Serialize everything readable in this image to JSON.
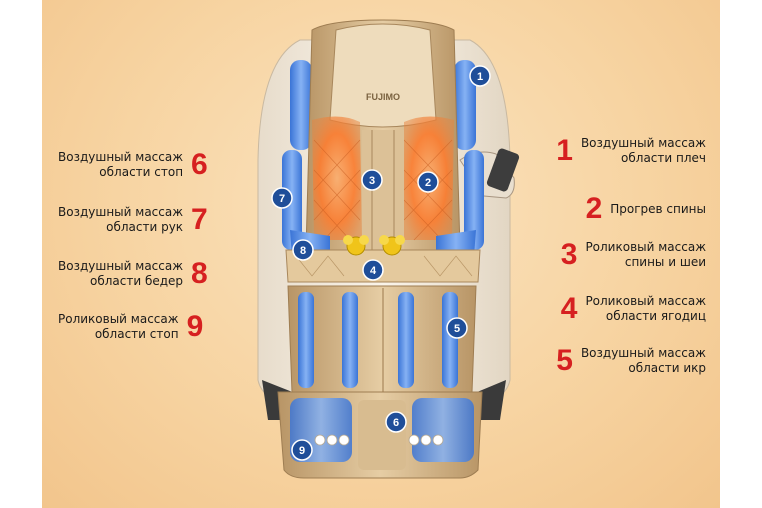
{
  "colors": {
    "number": "#d62020",
    "badge": "#1f4e99",
    "airbag": "#5b93e8",
    "heat": "#ff8a3d",
    "leather": "#d9b98a",
    "shell": "#f0e8dc"
  },
  "chair": {
    "brand": "FUJIMO",
    "badges": [
      "1",
      "2",
      "3",
      "4",
      "5",
      "6",
      "7",
      "8",
      "9"
    ]
  },
  "labels_left": [
    {
      "num": "6",
      "line1": "Воздушный массаж",
      "line2": "области стоп"
    },
    {
      "num": "7",
      "line1": "Воздушный массаж",
      "line2": "области рук"
    },
    {
      "num": "8",
      "line1": "Воздушный массаж",
      "line2": "области бедер"
    },
    {
      "num": "9",
      "line1": "Роликовый массаж",
      "line2": "области стоп"
    }
  ],
  "labels_right": [
    {
      "num": "1",
      "line1": "Воздушный массаж",
      "line2": "области плеч"
    },
    {
      "num": "2",
      "line1": "Прогрев спины",
      "line2": ""
    },
    {
      "num": "3",
      "line1": "Роликовый массаж",
      "line2": "спины и шеи"
    },
    {
      "num": "4",
      "line1": "Роликовый массаж",
      "line2": "области ягодиц"
    },
    {
      "num": "5",
      "line1": "Воздушный массаж",
      "line2": "области икр"
    }
  ]
}
